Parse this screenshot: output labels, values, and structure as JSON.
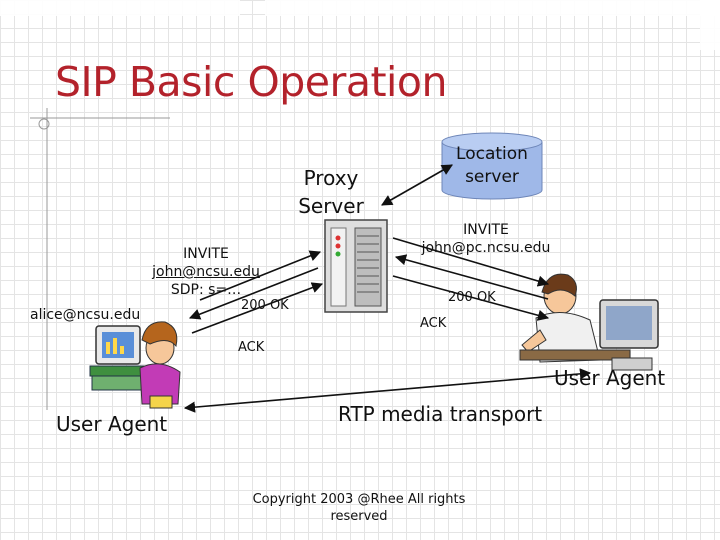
{
  "slide": {
    "title": "SIP Basic Operation"
  },
  "nodes": {
    "proxy_server": {
      "label_line1": "Proxy",
      "label_line2": "Server"
    },
    "location_server": {
      "label_line1": "Location",
      "label_line2": "server"
    },
    "alice": {
      "address": "alice@ncsu.edu",
      "role": "User Agent"
    },
    "john": {
      "role": "User Agent"
    }
  },
  "messages": {
    "invite_left": {
      "line1": "INVITE",
      "line2": "john@ncsu.edu",
      "line3": "SDP: s=…"
    },
    "ok_left": "200 OK",
    "ack_left": "ACK",
    "invite_right": {
      "line1": "INVITE",
      "line2": "john@pc.ncsu.edu"
    },
    "ok_right": "200 OK",
    "ack_right": "ACK",
    "rtp": "RTP media transport"
  },
  "footer": {
    "copyright_line1": "Copyright 2003 @Rhee All rights",
    "copyright_line2": "reserved"
  },
  "colors": {
    "title": "#b3222b",
    "location_server_fill": "#9fb8e8",
    "server_body": "#dedede",
    "arrow": "#111111"
  }
}
